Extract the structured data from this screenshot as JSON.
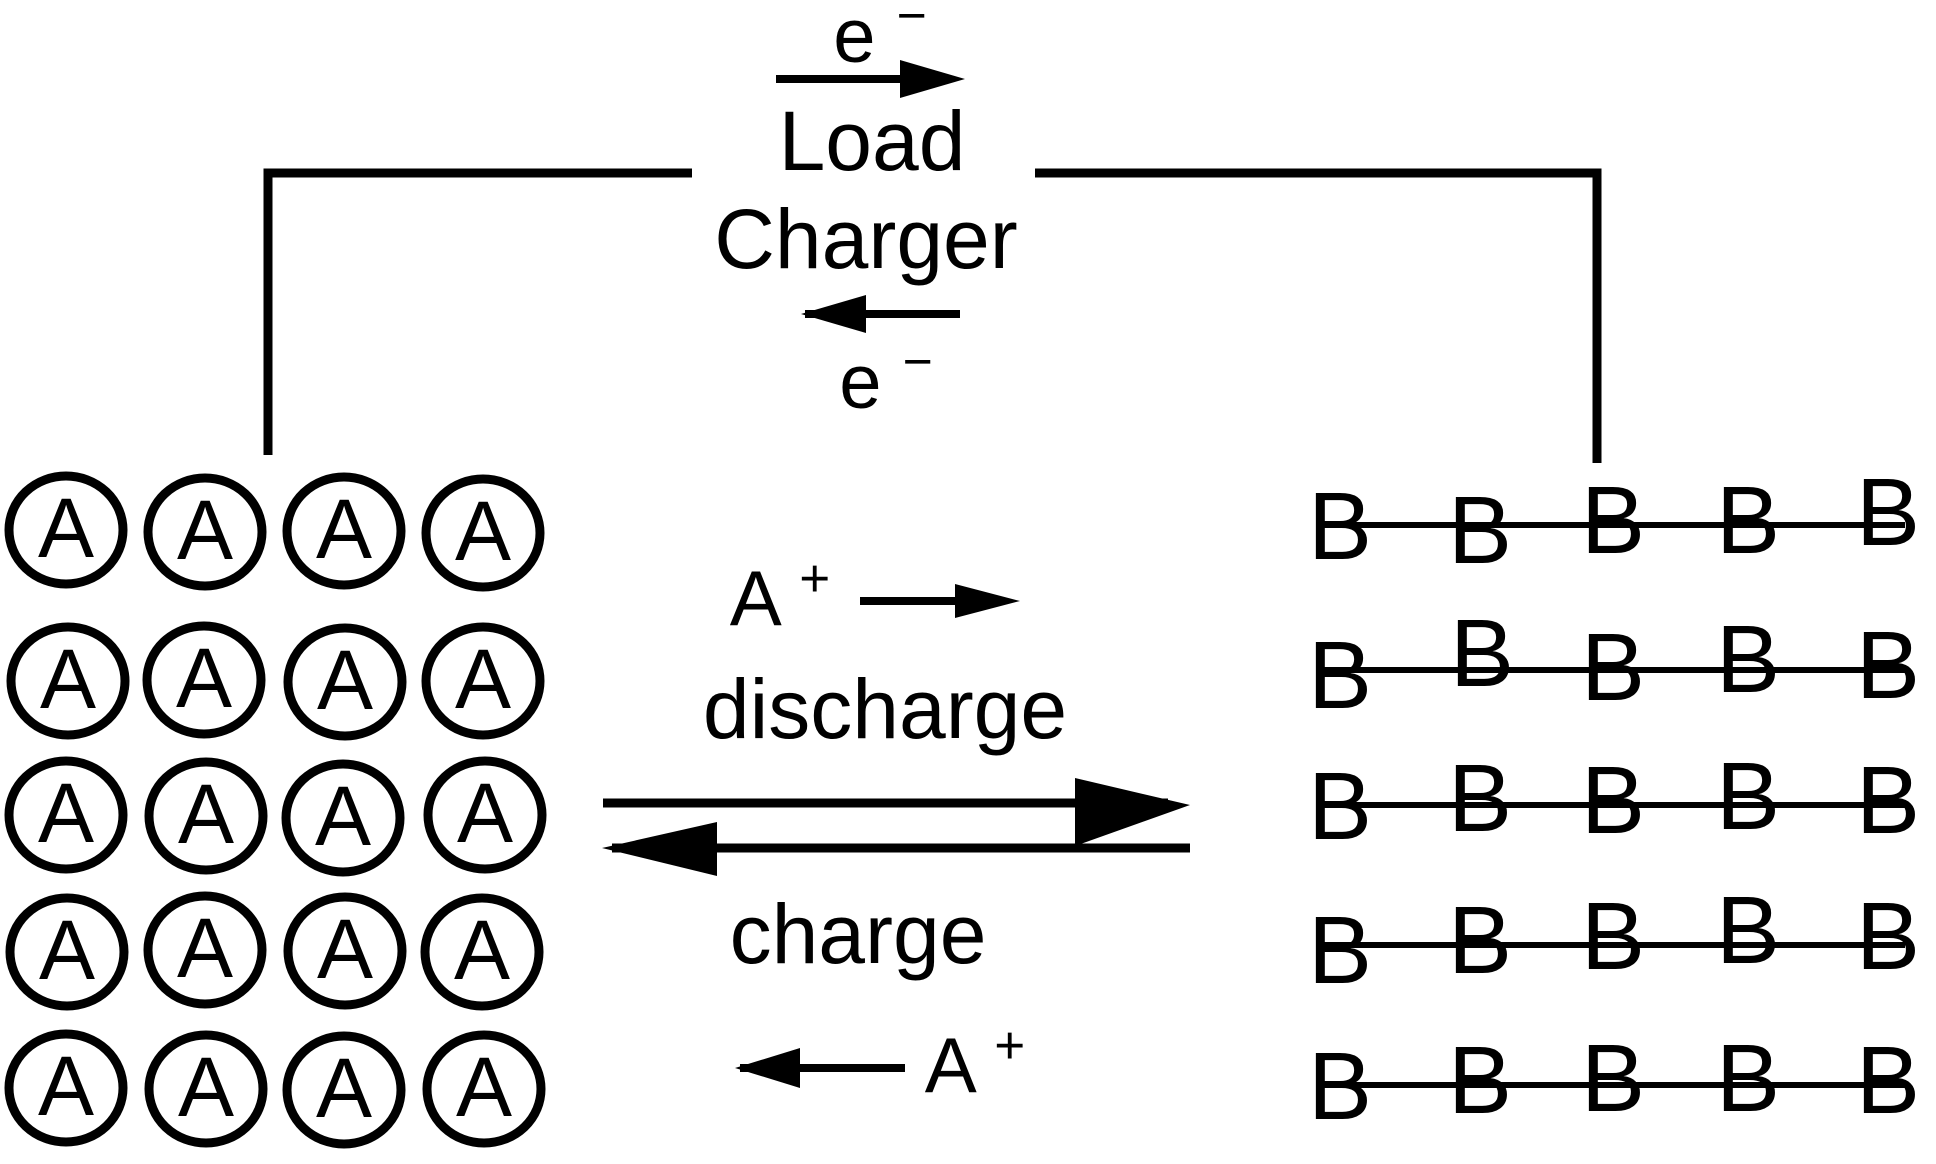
{
  "diagram": {
    "title_text_absent": true,
    "background_color": "#ffffff",
    "line_color": "#000000",
    "circuit": {
      "top_label_upper": "Load",
      "top_label_lower": "Charger",
      "electron_label_top": "e−",
      "electron_label_bottom": "e−",
      "top_arrow_direction": "right",
      "bottom_arrow_direction": "left"
    },
    "anode": {
      "species_label": "A",
      "rows": 5,
      "columns": 4,
      "grid": [
        [
          "A",
          "A",
          "A",
          "A"
        ],
        [
          "A",
          "A",
          "A",
          "A"
        ],
        [
          "A",
          "A",
          "A",
          "A"
        ],
        [
          "A",
          "A",
          "A",
          "A"
        ],
        [
          "A",
          "A",
          "A",
          "A"
        ]
      ]
    },
    "cathode": {
      "species_label": "B",
      "rows": 5,
      "columns": 5,
      "grid": [
        [
          "B",
          "B",
          "B",
          "B",
          "B"
        ],
        [
          "B",
          "B",
          "B",
          "B",
          "B"
        ],
        [
          "B",
          "B",
          "B",
          "B",
          "B"
        ],
        [
          "B",
          "B",
          "B",
          "B",
          "B"
        ],
        [
          "B",
          "B",
          "B",
          "B",
          "B"
        ]
      ]
    },
    "middle": {
      "ion_label_top": "A+",
      "ion_label_bottom": "A+",
      "process_label_top": "discharge",
      "process_label_bottom": "charge",
      "top_ion_arrow_direction": "right",
      "bottom_ion_arrow_direction": "left",
      "main_arrow_top_direction": "right",
      "main_arrow_bottom_direction": "left"
    }
  },
  "chart_data": {
    "type": "diagram",
    "title": "Rocking-chair battery ion and electron transport schematic",
    "annotations": [
      "e−",
      "Load",
      "Charger",
      "e−",
      "A+",
      "discharge",
      "charge",
      "A+"
    ]
  }
}
